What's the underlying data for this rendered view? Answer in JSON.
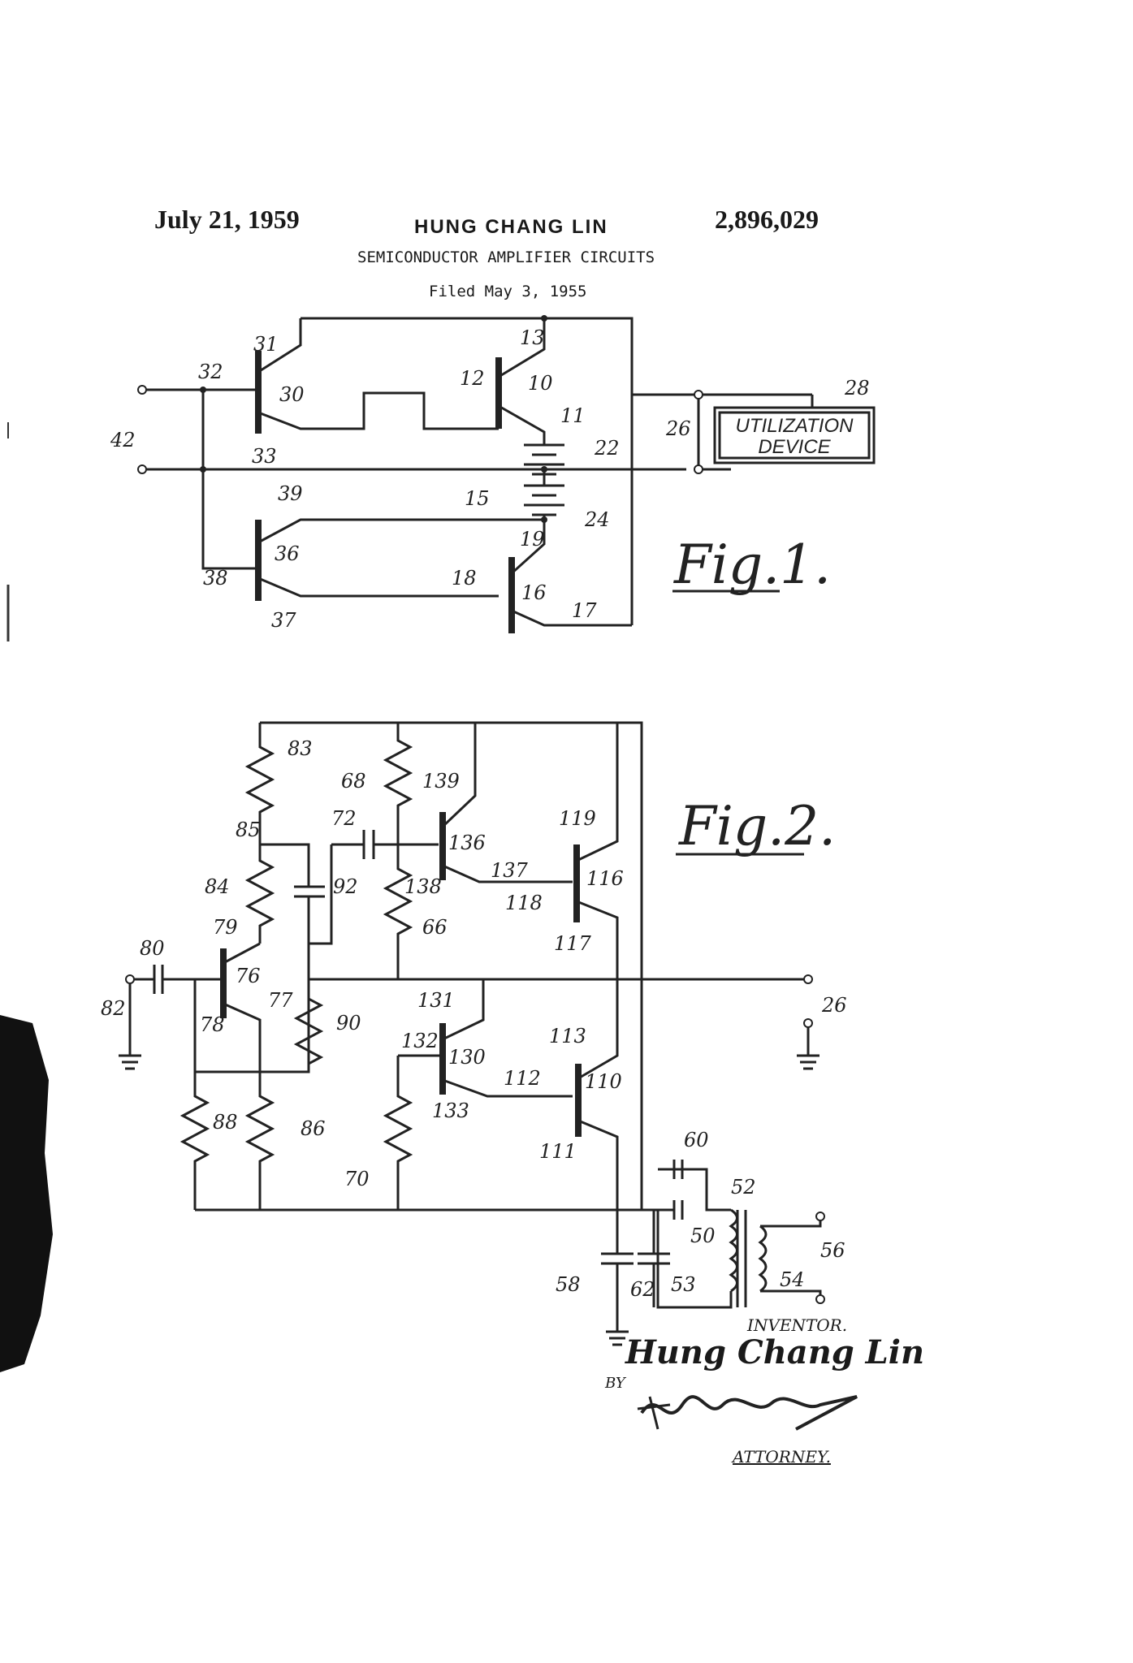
{
  "header": {
    "date": "July 21, 1959",
    "inventor": "HUNG CHANG LIN",
    "patent_number": "2,896,029",
    "title": "SEMICONDUCTOR AMPLIFIER CIRCUITS",
    "filed": "Filed May 3, 1955"
  },
  "fig1": {
    "caption": "Fig.1.",
    "utilization_device": [
      "UTILIZATION",
      "DEVICE"
    ],
    "labels": {
      "l31": "31",
      "l32": "32",
      "l30": "30",
      "l33": "33",
      "l42": "42",
      "l13": "13",
      "l12": "12",
      "l10": "10",
      "l11": "11",
      "l22": "22",
      "l26": "26",
      "l28": "28",
      "l39": "39",
      "l15": "15",
      "l24": "24",
      "l36": "36",
      "l38": "38",
      "l37": "37",
      "l19": "19",
      "l18": "18",
      "l16": "16",
      "l17": "17"
    }
  },
  "fig2": {
    "caption": "Fig.2.",
    "labels": {
      "l83": "83",
      "l68": "68",
      "l139": "139",
      "l72": "72",
      "l85": "85",
      "l136": "136",
      "l119": "119",
      "l137": "137",
      "l116": "116",
      "l84": "84",
      "l92": "92",
      "l138": "138",
      "l118": "118",
      "l66": "66",
      "l79": "79",
      "l117": "117",
      "l80": "80",
      "l76": "76",
      "l77": "77",
      "l82": "82",
      "l78": "78",
      "l90": "90",
      "l131": "131",
      "l26": "26",
      "l132": "132",
      "l130": "130",
      "l113": "113",
      "l112": "112",
      "l110": "110",
      "l133": "133",
      "l88": "88",
      "l86": "86",
      "l111": "111",
      "l60": "60",
      "l70": "70",
      "l52": "52",
      "l50": "50",
      "l56": "56",
      "l54": "54",
      "l53": "53",
      "l58": "58",
      "l62": "62"
    }
  },
  "signature": {
    "inventor_label": "INVENTOR.",
    "inventor_name": "Hung Chang Lin",
    "by": "BY",
    "attorney": "ATTORNEY."
  }
}
